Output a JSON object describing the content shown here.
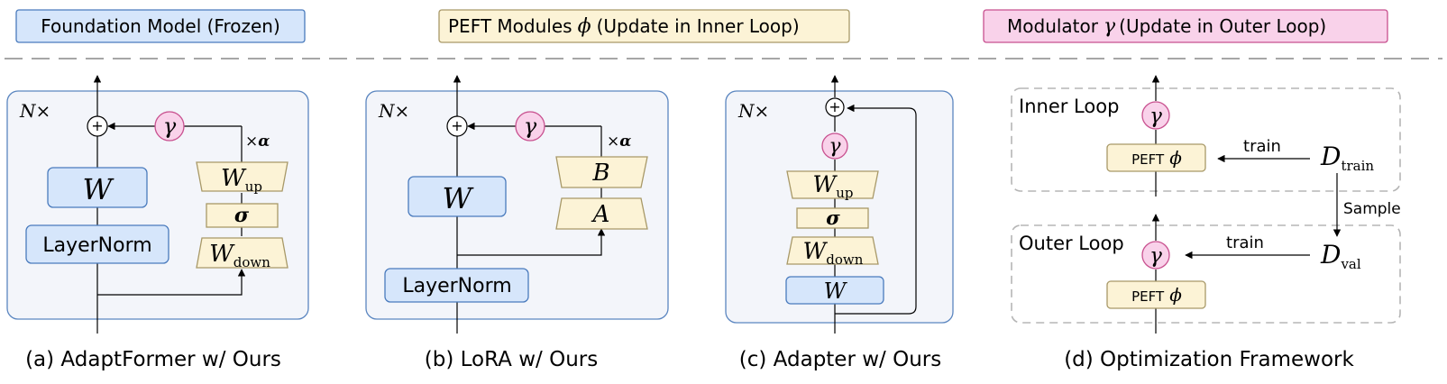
{
  "legend": {
    "foundation": "Foundation Model (Frozen)",
    "peft_prefix": "PEFT Modules",
    "peft_symbol": "ϕ",
    "peft_suffix": "(Update in Inner Loop)",
    "mod_prefix": "Modulator",
    "mod_symbol": "γ",
    "mod_suffix": "(Update in Outer Loop)"
  },
  "symbols": {
    "n_times": "N×",
    "times": "×",
    "alpha": "α",
    "gamma": "γ",
    "plus": "+",
    "W": "W",
    "sigma": "σ",
    "A": "A",
    "B": "B",
    "up": "up",
    "down": "down",
    "phi": "ϕ",
    "D": "D",
    "train_sub": "train",
    "val_sub": "val"
  },
  "panel_a": {
    "layernorm": "LayerNorm",
    "caption": "(a) AdaptFormer w/ Ours"
  },
  "panel_b": {
    "layernorm": "LayerNorm",
    "caption": "(b) LoRA w/ Ours"
  },
  "panel_c": {
    "caption": "(c) Adapter w/ Ours"
  },
  "panel_d": {
    "inner_loop": "Inner Loop",
    "outer_loop": "Outer Loop",
    "peft": "PEFT",
    "train": "train",
    "sample": "Sample",
    "caption": "(d) Optimization Framework"
  },
  "colors": {
    "frozen_fill": "#d6e6fb",
    "frozen_stroke": "#4a7bbd",
    "peft_fill": "#fcf3d6",
    "peft_stroke": "#a89968",
    "gamma_fill": "#f9d2ea",
    "gamma_stroke": "#c8508f",
    "panel_fill": "#f3f5fa",
    "panel_stroke": "#5b86c0"
  }
}
